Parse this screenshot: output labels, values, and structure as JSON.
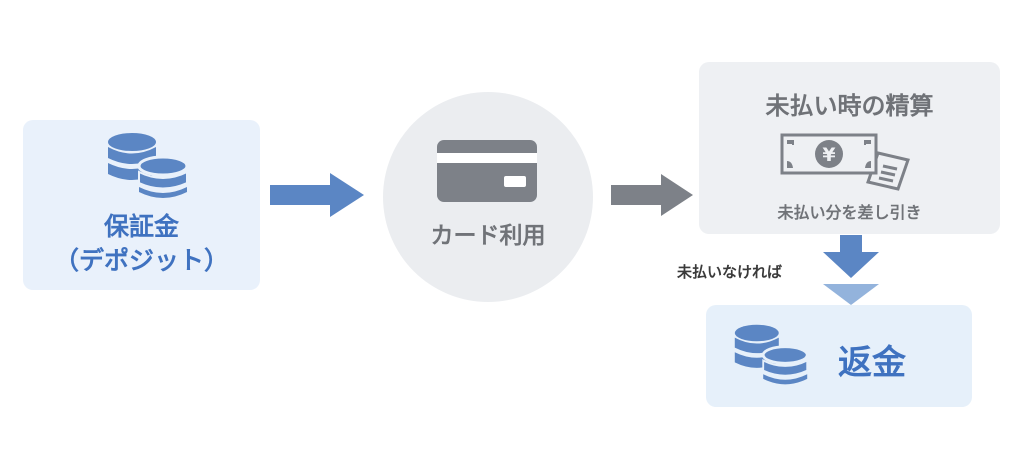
{
  "diagram": {
    "deposit": {
      "title_line1": "保証金",
      "title_line2": "（デポジット）",
      "icon": "coins-icon"
    },
    "card_use": {
      "label": "カード利用",
      "icon": "credit-card-icon"
    },
    "settlement": {
      "title": "未払い時の精算",
      "subtitle": "未払い分を差し引き",
      "icon": "yen-banknote-receipt-icon"
    },
    "condition": {
      "label": "未払いなければ"
    },
    "refund": {
      "label": "返金",
      "icon": "coins-icon"
    },
    "colors": {
      "blue": "#5b86c4",
      "blue_text": "#3f72c0",
      "gray": "#7d8188",
      "light_blue_bg": "#e9f1fb",
      "light_gray_bg": "#eef0f3"
    }
  }
}
